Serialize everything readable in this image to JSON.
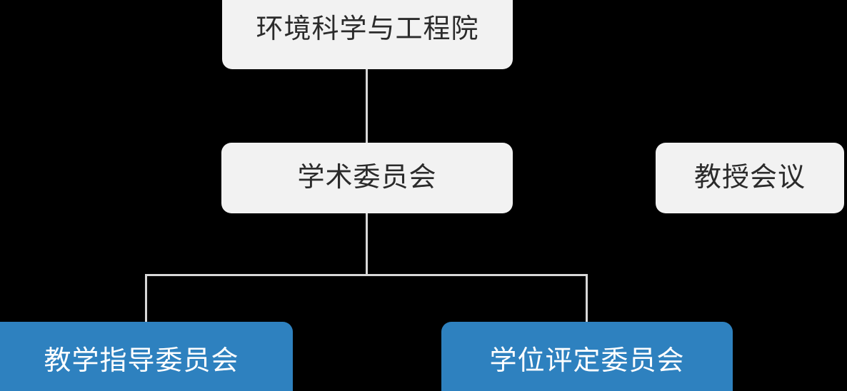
{
  "diagram": {
    "type": "organizational-chart",
    "background_color": "#000000",
    "palette": {
      "node_gray_fill": "#f2f2f2",
      "node_gray_text": "#2b2b2b",
      "node_blue_fill": "#2e81bf",
      "node_blue_text": "#ffffff",
      "connector_line": "#d8d8d8"
    },
    "nodes": [
      {
        "id": "college",
        "label": "环境科学与工程院",
        "level": 1,
        "style": "gray"
      },
      {
        "id": "academic",
        "label": "学术委员会",
        "level": 2,
        "style": "gray"
      },
      {
        "id": "professor",
        "label": "教授会议",
        "level": 2,
        "style": "gray"
      },
      {
        "id": "teaching",
        "label": "教学指导委员会",
        "level": 3,
        "style": "blue"
      },
      {
        "id": "degree",
        "label": "学位评定委员会",
        "level": 3,
        "style": "blue"
      }
    ],
    "edges": [
      {
        "from": "college",
        "to": "academic"
      },
      {
        "from": "academic",
        "to": "teaching"
      },
      {
        "from": "academic",
        "to": "degree"
      }
    ]
  }
}
